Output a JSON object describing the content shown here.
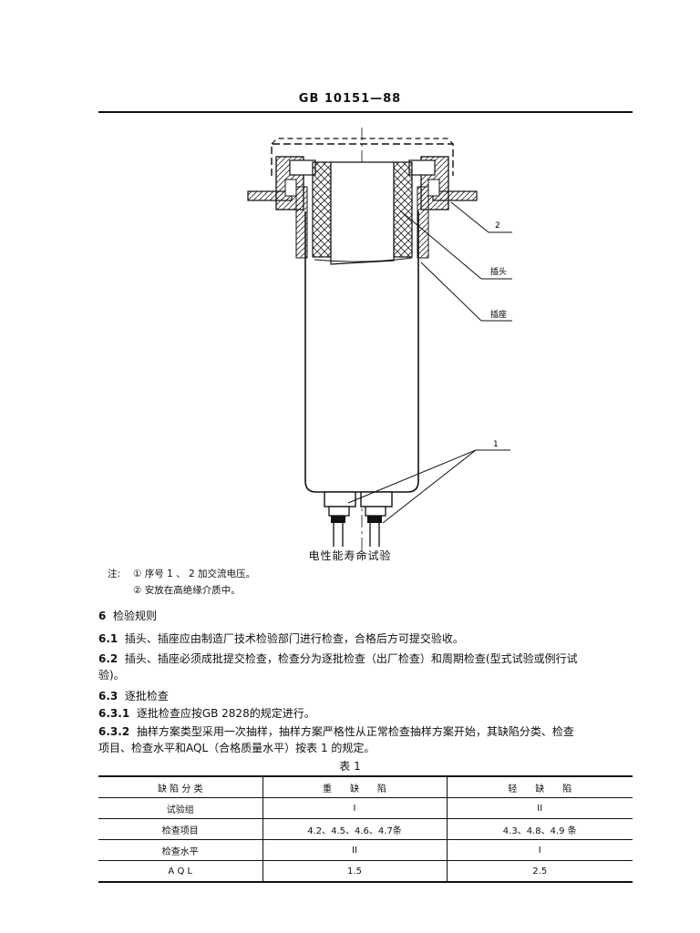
{
  "header": {
    "title": "GB 10151—88"
  },
  "figure": {
    "labels": {
      "label_2": "2",
      "label_plug": "插头",
      "label_socket": "插座",
      "label_1": "1"
    },
    "caption": "电性能寿命试验"
  },
  "notes": {
    "prefix": "注:",
    "items": [
      "① 序号 1 、 2 加交流电压。",
      "② 安放在高绝缘介质中。"
    ]
  },
  "section6": {
    "heading_num": "6",
    "heading_text": "检验规则",
    "p61_num": "6.1",
    "p61_text": "插头、插座应由制造厂技术检验部门进行检查，合格后方可提交验收。",
    "p62_num": "6.2",
    "p62_text_line1": "插头、插座必须成批提交检查，检查分为逐批检查（出厂检查）和周期检查(型式试验或例行试",
    "p62_text_line2": "验)。",
    "p63_num": "6.3",
    "p63_text": "逐批检查",
    "p631_num": "6.3.1",
    "p631_text": "逐批检查应按GB 2828的规定进行。",
    "p632_num": "6.3.2",
    "p632_text_line1": "抽样方案类型采用一次抽样，抽样方案严格性从正常检查抽样方案开始，其缺陷分类、检查",
    "p632_text_line2": "项目、检查水平和AQL（合格质量水平）按表 1 的规定。"
  },
  "table": {
    "title": "表 1",
    "rows": [
      [
        "缺 陷 分 类",
        "重　　缺　　陷",
        "轻　　缺　　陷"
      ],
      [
        "试验组",
        "I",
        "II"
      ],
      [
        "检查项目",
        "4.2、4.5、4.6、4.7条",
        "4.3、4.8、4.9 条"
      ],
      [
        "检查水平",
        "II",
        "I"
      ],
      [
        "A Q L",
        "1.5",
        "2.5"
      ]
    ]
  }
}
